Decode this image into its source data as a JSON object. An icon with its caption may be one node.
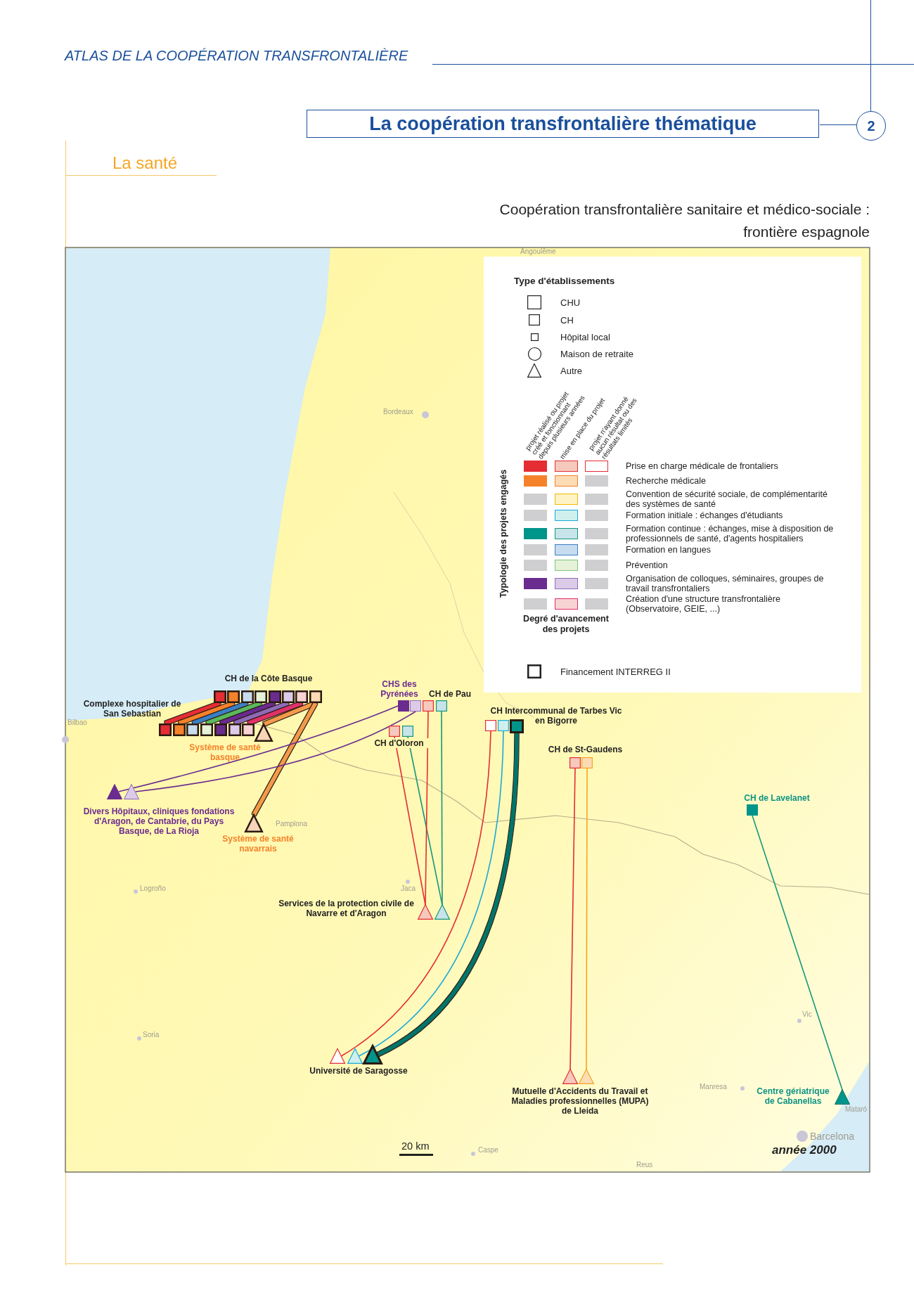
{
  "diagram": {
    "title": "La coopération transfrontalière thématique",
    "nodes": [
      {
        "text": [
          "CH de la Côte Basque"
        ]
      },
      {
        "text": [
          "Complexe hospitalier de San Sebastian"
        ]
      },
      {
        "text": [
          "Système de santé basque"
        ]
      },
      {
        "text": [
          "Système de santé navarrais"
        ]
      },
      {
        "text": [
          "CHS des Pyrénées"
        ]
      },
      {
        "text": [
          "CH de Pau"
        ]
      },
      {
        "text": [
          "CH d'Oloron"
        ]
      },
      {
        "text": [
          "Divers Hôpitaux, cliniques fondations d'Aragon, de Cantabrie, du Pays Basque, de La Rioja"
        ]
      },
      {
        "text": [
          "CH Intercommunal de Tarbes Vic en Bigorre"
        ]
      },
      {
        "text": [
          "CH de St-Gaudens"
        ]
      },
      {
        "text": [
          "Services de la protection civile de Navarre et d'Aragon"
        ]
      },
      {
        "text": [
          "Université de Saragosse"
        ]
      },
      {
        "text": [
          "Mutuelle d'Accidents du Travail et Maladies professionnelles (MUPA) de Lleida"
        ]
      },
      {
        "text": [
          "CH de Lavelanet"
        ]
      },
      {
        "text": [
          "Centre gériatrique de Cabanellas"
        ]
      }
    ],
    "edges": [
      {
        "from": 0,
        "to": 1,
        "arrow": "none",
        "style": "thick",
        "color": "#e52d34"
      },
      {
        "from": 0,
        "to": 1,
        "arrow": "none",
        "style": "thick",
        "color": "#f5822a"
      },
      {
        "from": 0,
        "to": 1,
        "arrow": "none",
        "style": "thick",
        "color": "#3b7fc4"
      },
      {
        "from": 0,
        "to": 1,
        "arrow": "none",
        "style": "thick",
        "color": "#5cb85c"
      },
      {
        "from": 0,
        "to": 1,
        "arrow": "none",
        "style": "thick",
        "color": "#6b2c8f"
      },
      {
        "from": 0,
        "to": 1,
        "arrow": "none",
        "style": "thick",
        "color": "#8e6bb8"
      },
      {
        "from": 0,
        "to": 1,
        "arrow": "none",
        "style": "thick",
        "color": "#e0306a"
      },
      {
        "from": 0,
        "to": 2,
        "arrow": "none",
        "style": "thick",
        "color": "#f39a4c"
      },
      {
        "from": 0,
        "to": 3,
        "arrow": "none",
        "style": "thick",
        "color": "#f39a4c"
      },
      {
        "from": 4,
        "to": 7,
        "arrow": "none",
        "color": "#6b2c8f"
      },
      {
        "from": 4,
        "to": 7,
        "arrow": "none",
        "color": "#6b2c8f"
      },
      {
        "from": 6,
        "to": 10,
        "arrow": "none",
        "color": "#e52d34"
      },
      {
        "from": 6,
        "to": 10,
        "arrow": "none",
        "color": "#17967e"
      },
      {
        "from": 5,
        "to": 10,
        "arrow": "none",
        "color": "#e52d34"
      },
      {
        "from": 5,
        "to": 10,
        "arrow": "none",
        "color": "#17967e"
      },
      {
        "from": 8,
        "to": 11,
        "arrow": "none",
        "color": "#e52d34"
      },
      {
        "from": 8,
        "to": 11,
        "arrow": "none",
        "color": "#1aa9d8"
      },
      {
        "from": 8,
        "to": 11,
        "arrow": "none",
        "style": "thick",
        "color": "#00756a"
      },
      {
        "from": 9,
        "to": 12,
        "arrow": "none",
        "color": "#e52d34"
      },
      {
        "from": 9,
        "to": 12,
        "arrow": "none",
        "color": "#f5a623"
      },
      {
        "from": 13,
        "to": 14,
        "arrow": "none",
        "color": "#17967e"
      }
    ],
    "labels": [
      "ATLAS DE LA COOPÉRATION TRANSFRONTALIÈRE",
      "2",
      "La santé",
      "Coopération transfrontalière sanitaire et médico-sociale : frontière espagnole",
      "Angoulême",
      "Type d'établissements",
      "Bordeaux",
      "projet réalisé ou projet créé et fonctionnant depuis plusieurs années",
      "mise en place du projet",
      "projet n'ayant donné aucun résultat ou des résultats limités",
      "Typologie des projets engagés",
      "Degré d'avancement des projets",
      "Bilbao",
      "Pamplona",
      "Logroño",
      "Jaca",
      "Soria",
      "Vic",
      "Manresa",
      "Mataró",
      "Barcelona",
      "20 km",
      "Caspe",
      "année 2000",
      "Reus"
    ],
    "legend": [
      {
        "text": "CHU"
      },
      {
        "text": "CH"
      },
      {
        "text": "Hôpital local"
      },
      {
        "text": "Maison de retraite"
      },
      {
        "text": "Autre"
      },
      {
        "text": "Prise en charge médicale de frontaliers",
        "color": "#f6c9bd"
      },
      {
        "text": "Recherche médicale",
        "color": "#fbdcb5"
      },
      {
        "text": "Convention de sécurité sociale, de complémentarité des systèmes de santé",
        "color": "#fdf3c4"
      },
      {
        "text": "Formation initiale : échanges d'étudiants",
        "color": "#cff0ee"
      },
      {
        "text": "Formation continue : échanges, mise à disposition de professionnels de santé, d'agents hospitaliers",
        "color": "#c6e4ea"
      },
      {
        "text": "Formation en langues",
        "color": "#c7dcee"
      },
      {
        "text": "Prévention",
        "color": "#e6f2d8"
      },
      {
        "text": "Organisation de colloques, séminaires, groupes de travail transfrontaliers",
        "color": "#dccbe8"
      },
      {
        "text": "Création d'une structure transfrontalière (Observatoire, GEIE, ...)",
        "color": "#f9d3d3"
      },
      {
        "text": "Financement INTERREG II"
      }
    ]
  }
}
